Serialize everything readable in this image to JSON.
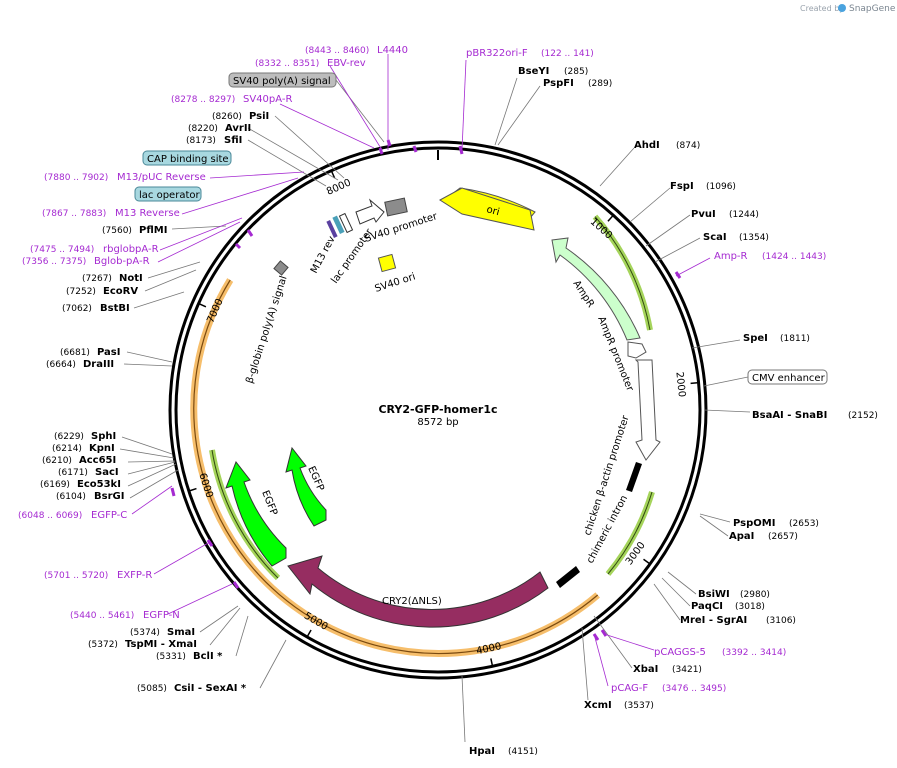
{
  "credit": {
    "prefix": "Created by",
    "brand": "SnapGene"
  },
  "plasmid": {
    "name": "CRY2-GFP-homer1c",
    "length": "8572 bp"
  },
  "ticks": [
    "1000",
    "2000",
    "3000",
    "4000",
    "5000",
    "6000",
    "7000",
    "8000"
  ],
  "enzymes": [
    {
      "name": "BseYI",
      "pos": "(285)"
    },
    {
      "name": "PspFI",
      "pos": "(289)"
    },
    {
      "name": "AhdI",
      "pos": "(874)"
    },
    {
      "name": "FspI",
      "pos": "(1096)"
    },
    {
      "name": "PvuI",
      "pos": "(1244)"
    },
    {
      "name": "ScaI",
      "pos": "(1354)"
    },
    {
      "name": "SpeI",
      "pos": "(1811)"
    },
    {
      "name": "BsaAI - SnaBI",
      "pos": "(2152)"
    },
    {
      "name": "PspOMI",
      "pos": "(2653)"
    },
    {
      "name": "ApaI",
      "pos": "(2657)"
    },
    {
      "name": "BsiWI",
      "pos": "(2980)"
    },
    {
      "name": "PaqCI",
      "pos": "(3018)"
    },
    {
      "name": "MreI - SgrAI",
      "pos": "(3106)"
    },
    {
      "name": "XbaI",
      "pos": "(3421)"
    },
    {
      "name": "XcmI",
      "pos": "(3537)"
    },
    {
      "name": "HpaI",
      "pos": "(4151)"
    },
    {
      "name": "CsiI - SexAI *",
      "pos": "(5085)"
    },
    {
      "name": "BclI *",
      "pos": "(5331)"
    },
    {
      "name": "TspMI - XmaI",
      "pos": "(5372)"
    },
    {
      "name": "SmaI",
      "pos": "(5374)"
    },
    {
      "name": "BsrGI",
      "pos": "(6104)"
    },
    {
      "name": "Eco53kI",
      "pos": "(6169)"
    },
    {
      "name": "SacI",
      "pos": "(6171)"
    },
    {
      "name": "Acc65I",
      "pos": "(6210)"
    },
    {
      "name": "KpnI",
      "pos": "(6214)"
    },
    {
      "name": "SphI",
      "pos": "(6229)"
    },
    {
      "name": "DraIII",
      "pos": "(6664)"
    },
    {
      "name": "PasI",
      "pos": "(6681)"
    },
    {
      "name": "BstBI",
      "pos": "(7062)"
    },
    {
      "name": "EcoRV",
      "pos": "(7252)"
    },
    {
      "name": "NotI",
      "pos": "(7267)"
    },
    {
      "name": "PflMI",
      "pos": "(7560)"
    },
    {
      "name": "SfiI",
      "pos": "(8173)"
    },
    {
      "name": "AvrII",
      "pos": "(8220)"
    },
    {
      "name": "PsiI",
      "pos": "(8260)"
    }
  ],
  "primers": [
    {
      "name": "L4440",
      "range": "(8443 .. 8460)"
    },
    {
      "name": "pBR322ori-F",
      "range": "(122 .. 141)"
    },
    {
      "name": "EBV-rev",
      "range": "(8332 .. 8351)"
    },
    {
      "name": "SV40pA-R",
      "range": "(8278 .. 8297)"
    },
    {
      "name": "M13/pUC Reverse",
      "range": "(7880 .. 7902)"
    },
    {
      "name": "M13 Reverse",
      "range": "(7867 .. 7883)"
    },
    {
      "name": "rbglobpA-R",
      "range": "(7475 .. 7494)"
    },
    {
      "name": "Bglob-pA-R",
      "range": "(7356 .. 7375)"
    },
    {
      "name": "Amp-R",
      "range": "(1424 .. 1443)"
    },
    {
      "name": "pCAGGS-5",
      "range": "(3392 .. 3414)"
    },
    {
      "name": "pCAG-F",
      "range": "(3476 .. 3495)"
    },
    {
      "name": "EGFP-C",
      "range": "(6048 .. 6069)"
    },
    {
      "name": "EXFP-R",
      "range": "(5701 .. 5720)"
    },
    {
      "name": "EGFP-N",
      "range": "(5440 .. 5461)"
    }
  ],
  "boxed_features": [
    {
      "name": "SV40 poly(A) signal",
      "color": "#bdbdbd"
    },
    {
      "name": "CAP binding site",
      "color": "#a8d8e0"
    },
    {
      "name": "lac operator",
      "color": "#a8d8e0"
    },
    {
      "name": "CMV enhancer",
      "color": "#ffffff"
    }
  ],
  "features": {
    "ori": "ori",
    "ampr": "AmpR",
    "ampr_promoter": "AmpR promoter",
    "chicken_promoter": "chicken β-actin promoter",
    "chimeric_intron": "chimeric intron",
    "cry2": "CRY2(ΔNLS)",
    "egfp_outer": "EGFP",
    "egfp_inner": "EGFP",
    "betaglobin": "β-globin poly(A) signal",
    "m13rev": "M13 rev",
    "lac_promoter": "lac promoter",
    "sv40_promoter": "SV40 promoter",
    "sv40_ori": "SV40 ori"
  },
  "colors": {
    "primer": "#a52ad1",
    "ori": "#ffff00",
    "ampr": "#ccffcc",
    "cry2": "#962d61",
    "egfp": "#00ff00",
    "orange_band": "#f6be6b",
    "green_band": "#a5d45b",
    "backbone": "#000000"
  }
}
